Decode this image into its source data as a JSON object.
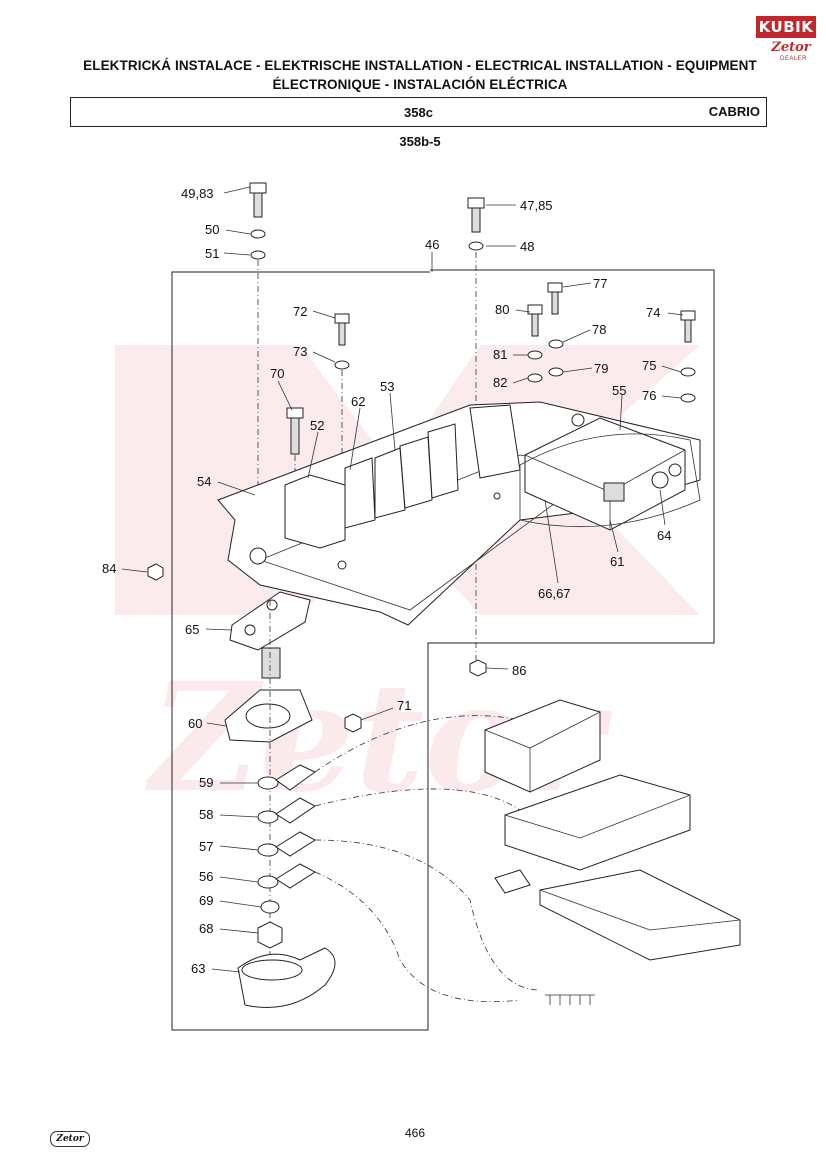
{
  "header": {
    "title_line1": "ELEKTRICKÁ INSTALACE - ELEKTRISCHE INSTALLATION - ELECTRICAL INSTALLATION - EQUIPMENT",
    "title_line2": "ÉLECTRONIQUE - INSTALACIÓN ELÉCTRICA",
    "model": "358c",
    "variant": "CABRIO",
    "figure_code": "358b-5"
  },
  "logo": {
    "brand": "KUBIK",
    "sub": "Zetor",
    "tag": "DEALER"
  },
  "footer": {
    "page_number": "466",
    "logo_text": "Zetor"
  },
  "callouts": {
    "c49_83": "49,83",
    "c50": "50",
    "c51": "51",
    "c47_85": "47,85",
    "c48": "48",
    "c46": "46",
    "c77": "77",
    "c80": "80",
    "c78": "78",
    "c74": "74",
    "c72": "72",
    "c73": "73",
    "c81": "81",
    "c79": "79",
    "c75": "75",
    "c82": "82",
    "c76": "76",
    "c70": "70",
    "c53": "53",
    "c62": "62",
    "c55": "55",
    "c52": "52",
    "c54": "54",
    "c64": "64",
    "c61": "61",
    "c66_67": "66,67",
    "c84": "84",
    "c65": "65",
    "c86": "86",
    "c71": "71",
    "c60": "60",
    "c59": "59",
    "c58": "58",
    "c57": "57",
    "c56": "56",
    "c69": "69",
    "c68": "68",
    "c63": "63"
  },
  "colors": {
    "watermark": "#d9232e",
    "brand": "#c0282e",
    "line": "#222222"
  }
}
